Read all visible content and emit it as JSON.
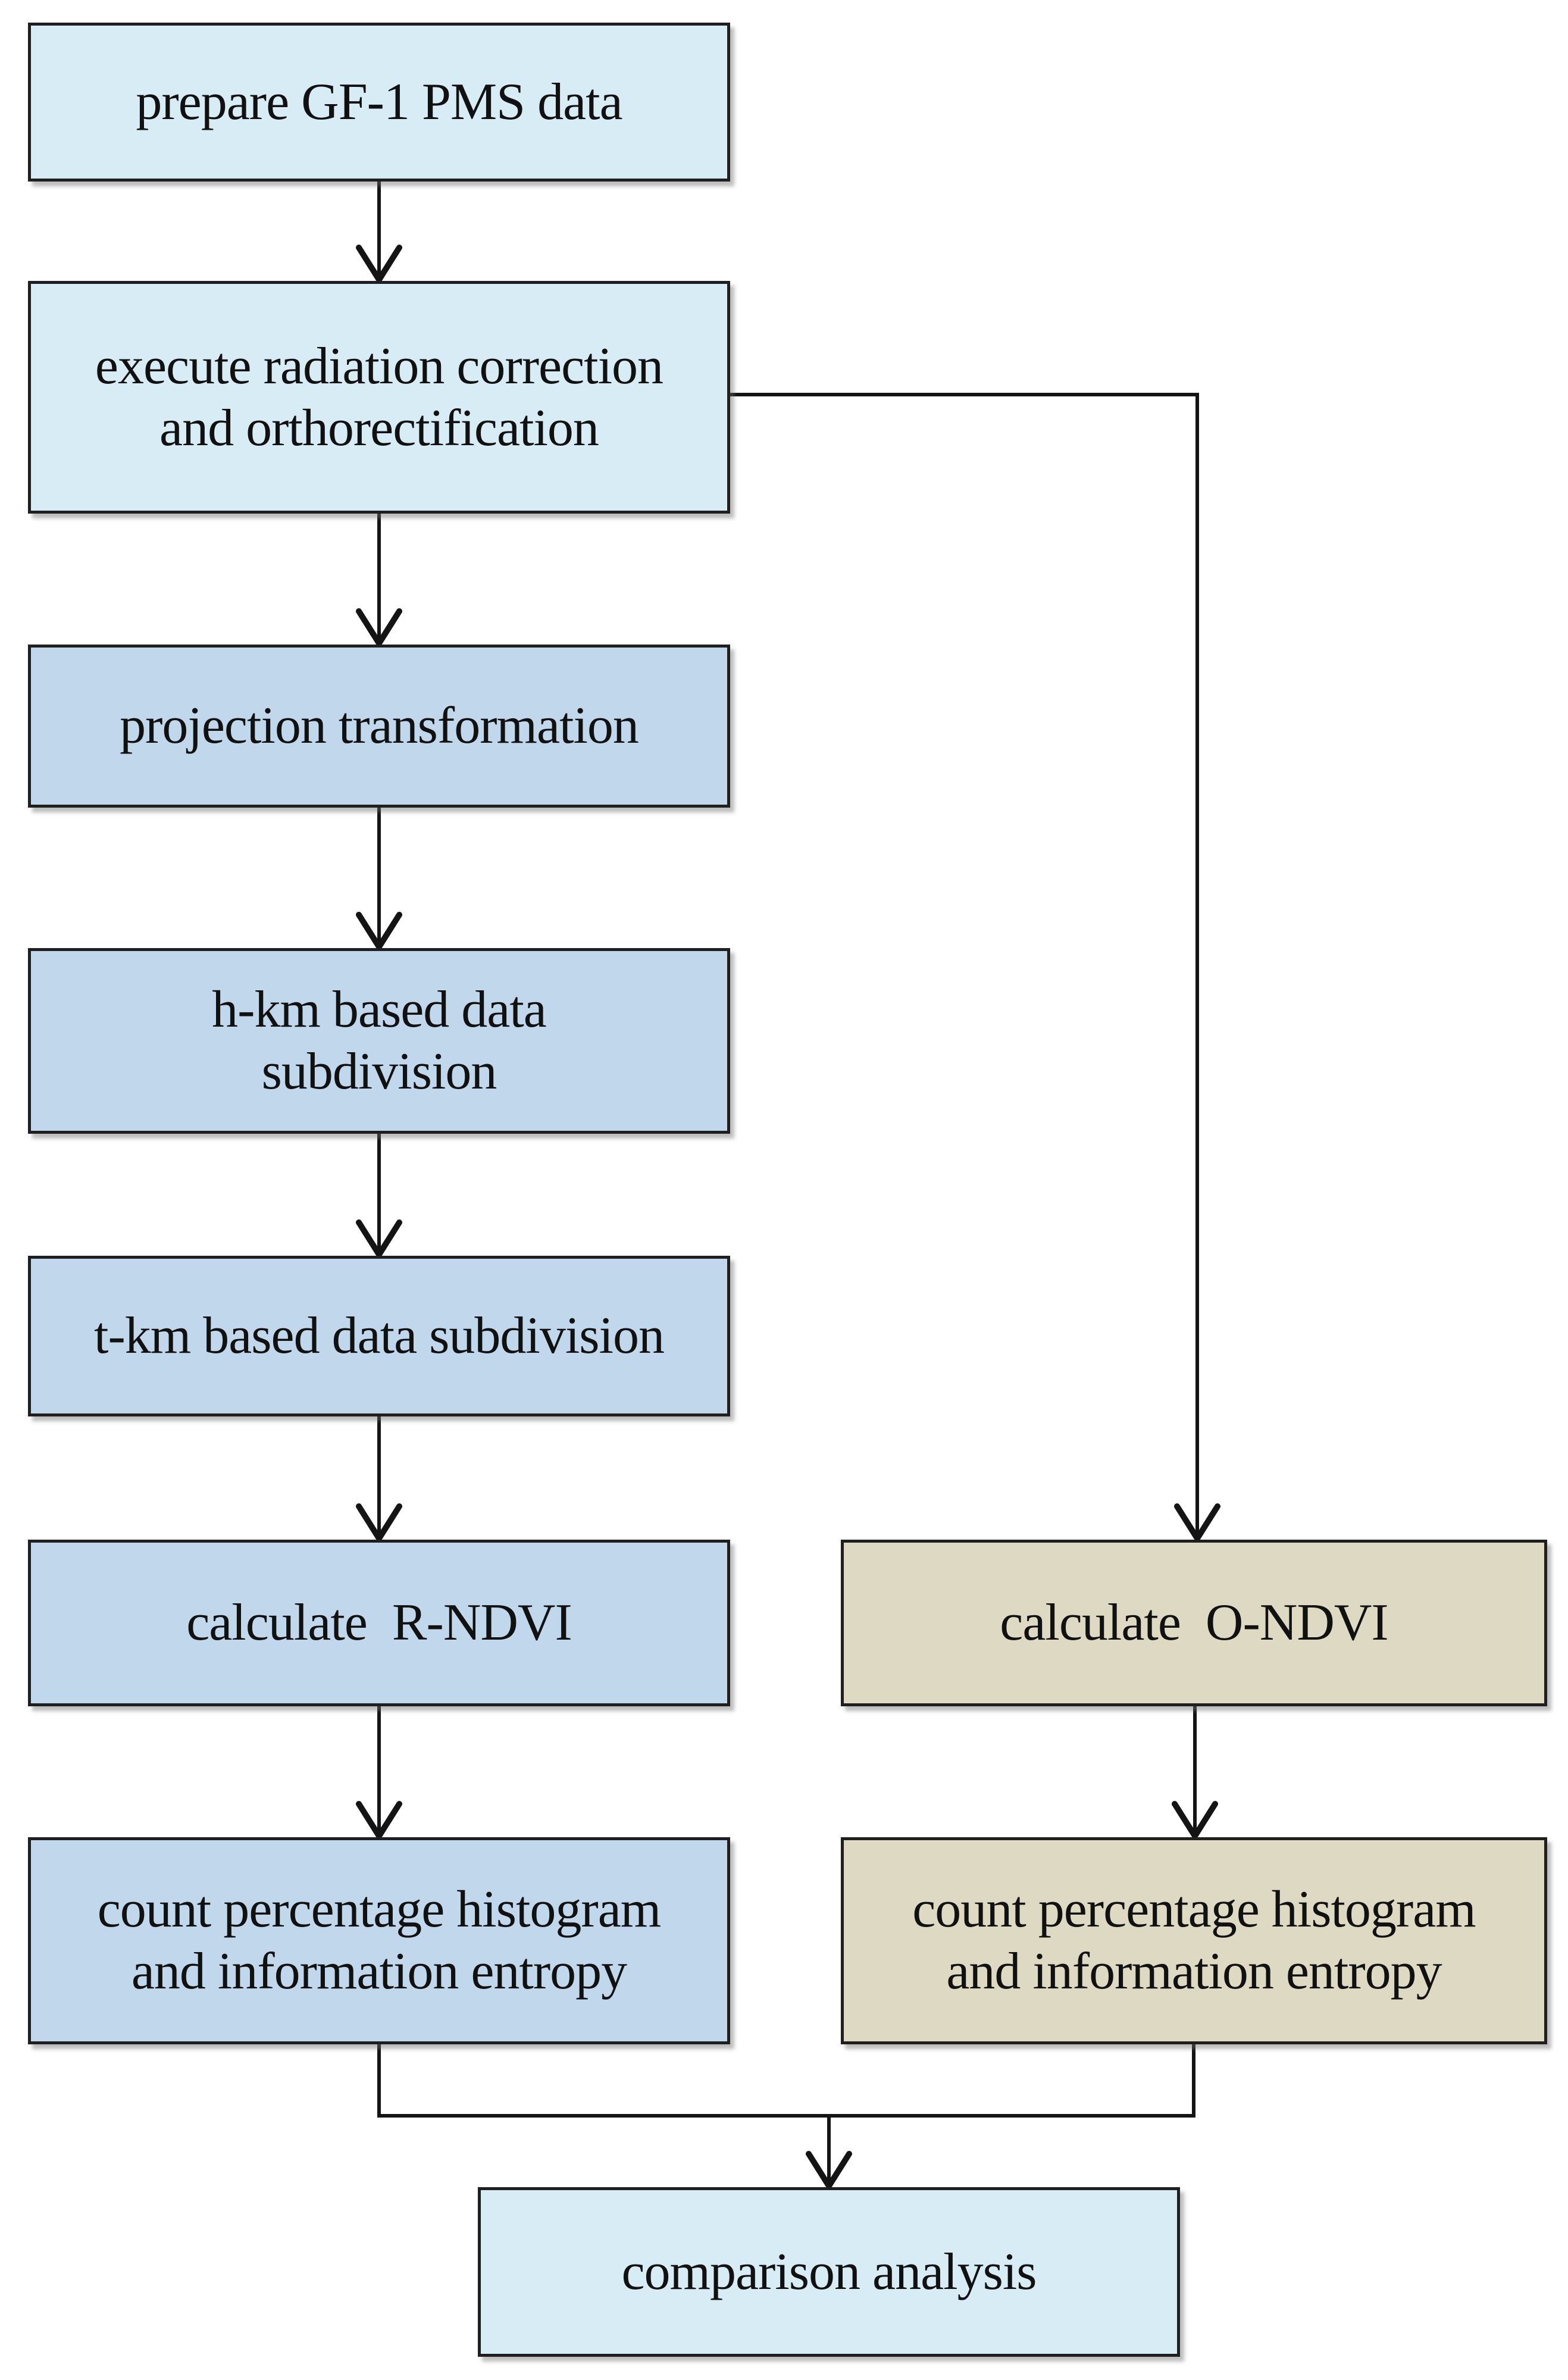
{
  "diagram_type": "flowchart",
  "colors": {
    "light_blue": "#d8ecf5",
    "medium_blue": "#c1d7ec",
    "tan": "#ded9c3",
    "line": "#141414",
    "border": "#1f1f1f",
    "text": "#111111",
    "background": "#ffffff"
  },
  "nodes": [
    {
      "id": "prepare",
      "label": "prepare GF-1 PMS data",
      "fill": "light_blue"
    },
    {
      "id": "radiation",
      "label": "execute radiation correction\nand orthorectification",
      "fill": "light_blue"
    },
    {
      "id": "projection",
      "label": "projection transformation",
      "fill": "medium_blue"
    },
    {
      "id": "hkm",
      "label": "h-km based data\nsubdivision",
      "fill": "medium_blue"
    },
    {
      "id": "tkm",
      "label": "t-km based data subdivision",
      "fill": "medium_blue"
    },
    {
      "id": "rndvi",
      "label": "calculate  R-NDVI",
      "fill": "medium_blue"
    },
    {
      "id": "count-r",
      "label": "count percentage histogram\nand information entropy",
      "fill": "medium_blue"
    },
    {
      "id": "ondvi",
      "label": "calculate  O-NDVI",
      "fill": "tan"
    },
    {
      "id": "count-o",
      "label": "count percentage histogram\nand information entropy",
      "fill": "tan"
    },
    {
      "id": "comparison",
      "label": "comparison analysis",
      "fill": "light_blue"
    }
  ],
  "connections": [
    {
      "from": "prepare",
      "to": "radiation",
      "type": "arrow"
    },
    {
      "from": "radiation",
      "to": "projection",
      "type": "arrow"
    },
    {
      "from": "projection",
      "to": "hkm",
      "type": "arrow"
    },
    {
      "from": "hkm",
      "to": "tkm",
      "type": "arrow"
    },
    {
      "from": "tkm",
      "to": "rndvi",
      "type": "arrow"
    },
    {
      "from": "rndvi",
      "to": "count-r",
      "type": "arrow"
    },
    {
      "from": "radiation",
      "to": "ondvi",
      "type": "elbow-arrow"
    },
    {
      "from": "ondvi",
      "to": "count-o",
      "type": "arrow"
    },
    {
      "from": "count-r",
      "to": "comparison",
      "type": "merge-arrow"
    },
    {
      "from": "count-o",
      "to": "comparison",
      "type": "merge-arrow"
    }
  ]
}
